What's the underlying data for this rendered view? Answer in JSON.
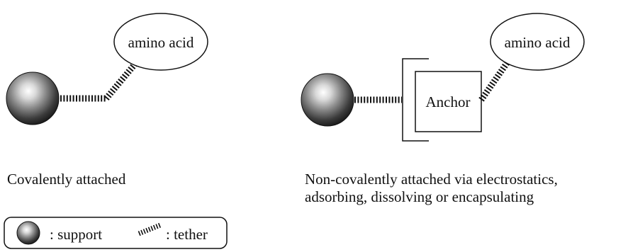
{
  "left_panel": {
    "bubble_label": "amino acid",
    "caption": "Covalently attached"
  },
  "right_panel": {
    "bubble_label": "amino acid",
    "anchor_label": "Anchor",
    "caption_line1": "Non-covalently attached via electrostatics,",
    "caption_line2": "adsorbing, dissolving or encapsulating"
  },
  "legend": {
    "support_label": ": support",
    "tether_label": ": tether"
  },
  "colors": {
    "ink": "#111111",
    "sphere_dark": "#222222",
    "sphere_mid": "#8a8a8a",
    "sphere_light": "#ffffff"
  }
}
